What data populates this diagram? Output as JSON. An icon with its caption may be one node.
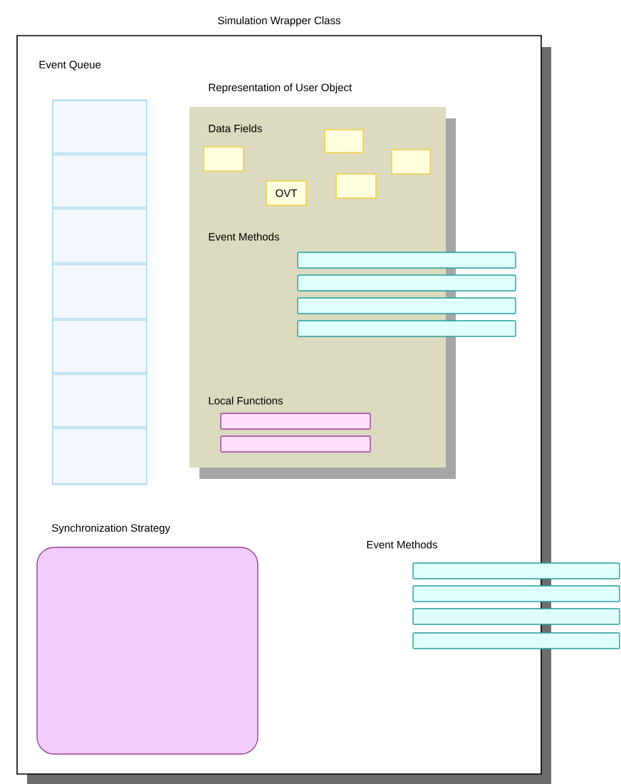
{
  "diagram": {
    "nodes": [
      {
        "text": [
          "Simulation Wrapper Class"
        ]
      },
      {
        "text": [
          "Event Queue"
        ],
        "in": 0
      },
      {
        "text": [],
        "shape": "box",
        "in": 1
      },
      {
        "text": [],
        "shape": "box",
        "in": 1
      },
      {
        "text": [],
        "shape": "box",
        "in": 1
      },
      {
        "text": [],
        "shape": "box",
        "in": 1
      },
      {
        "text": [],
        "shape": "box",
        "in": 1
      },
      {
        "text": [],
        "shape": "box",
        "in": 1
      },
      {
        "text": [],
        "shape": "box",
        "in": 1
      },
      {
        "text": [
          "Representation of User Object",
          "Data Fields",
          "Event Methods",
          "Local Functions"
        ],
        "in": 0
      },
      {
        "text": [],
        "shape": "box",
        "in": 9
      },
      {
        "text": [],
        "shape": "box",
        "in": 9
      },
      {
        "text": [],
        "shape": "box",
        "in": 9
      },
      {
        "text": [],
        "shape": "box",
        "in": 9
      },
      {
        "text": [
          "OVT"
        ],
        "in": 9
      },
      {
        "text": [],
        "shape": "bar",
        "in": 0
      },
      {
        "text": [],
        "shape": "bar",
        "in": 0
      },
      {
        "text": [],
        "shape": "bar",
        "in": 0
      },
      {
        "text": [],
        "shape": "bar",
        "in": 0
      },
      {
        "text": [],
        "shape": "bar",
        "in": 9
      },
      {
        "text": [],
        "shape": "bar",
        "in": 9
      },
      {
        "text": [
          "Synchronization Strategy"
        ],
        "in": 0
      },
      {
        "text": [],
        "shape": "bar"
      },
      {
        "text": [],
        "shape": "bar"
      },
      {
        "text": [],
        "shape": "bar"
      },
      {
        "text": [],
        "shape": "bar"
      }
    ],
    "labels": [
      "Event Methods"
    ]
  }
}
